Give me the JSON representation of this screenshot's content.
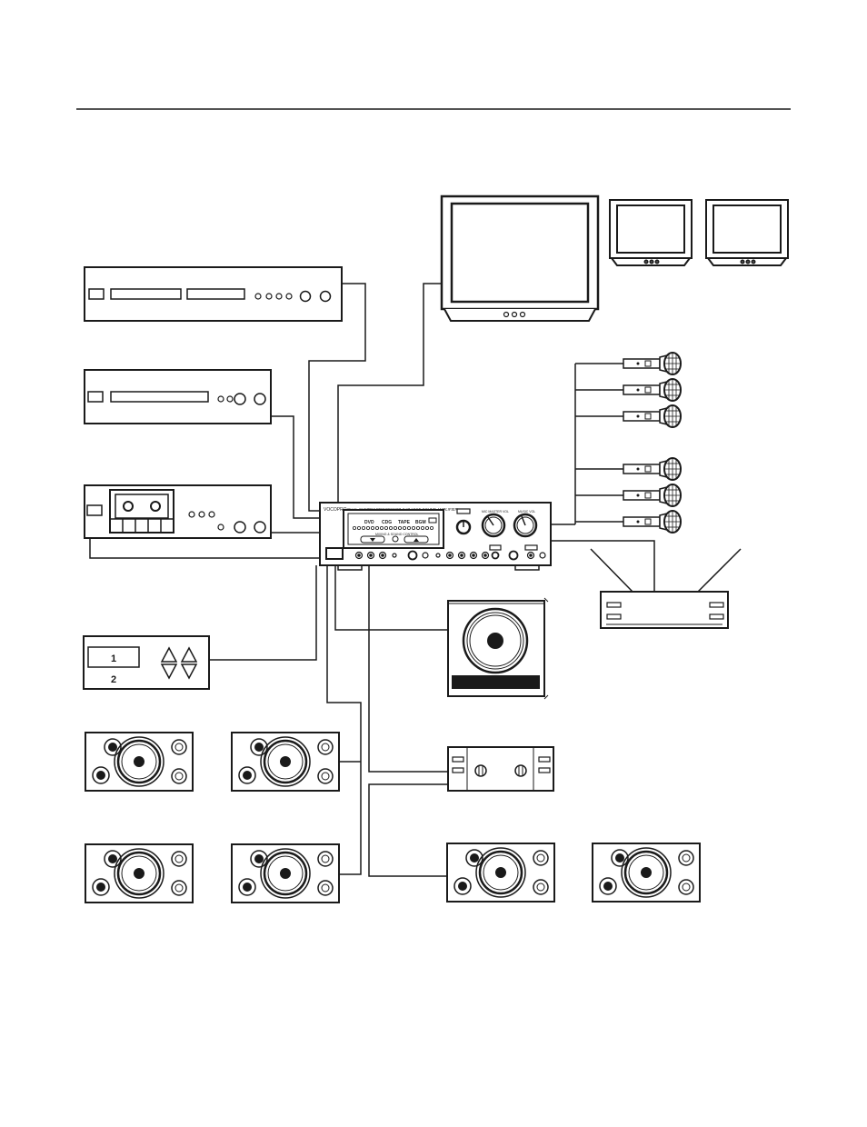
{
  "diagram": {
    "zone_selector": {
      "label_1": "1",
      "label_2": "2"
    },
    "amplifier": {
      "brand": "VOCOPRO",
      "model_line": "DUAL-SYSTEM PROCESSOR KARAOKE SOUND AMPLIFIER",
      "display_modes": [
        "DVD",
        "CDG",
        "TAPE",
        "BGM"
      ],
      "display_subline": "MIXING & SOUND CONTROL",
      "knob_label_1": "MIC MASTER VOL",
      "knob_label_2": "MUSIC VOL"
    },
    "colors": {
      "line": "#1a1a1a",
      "background": "#ffffff"
    }
  }
}
